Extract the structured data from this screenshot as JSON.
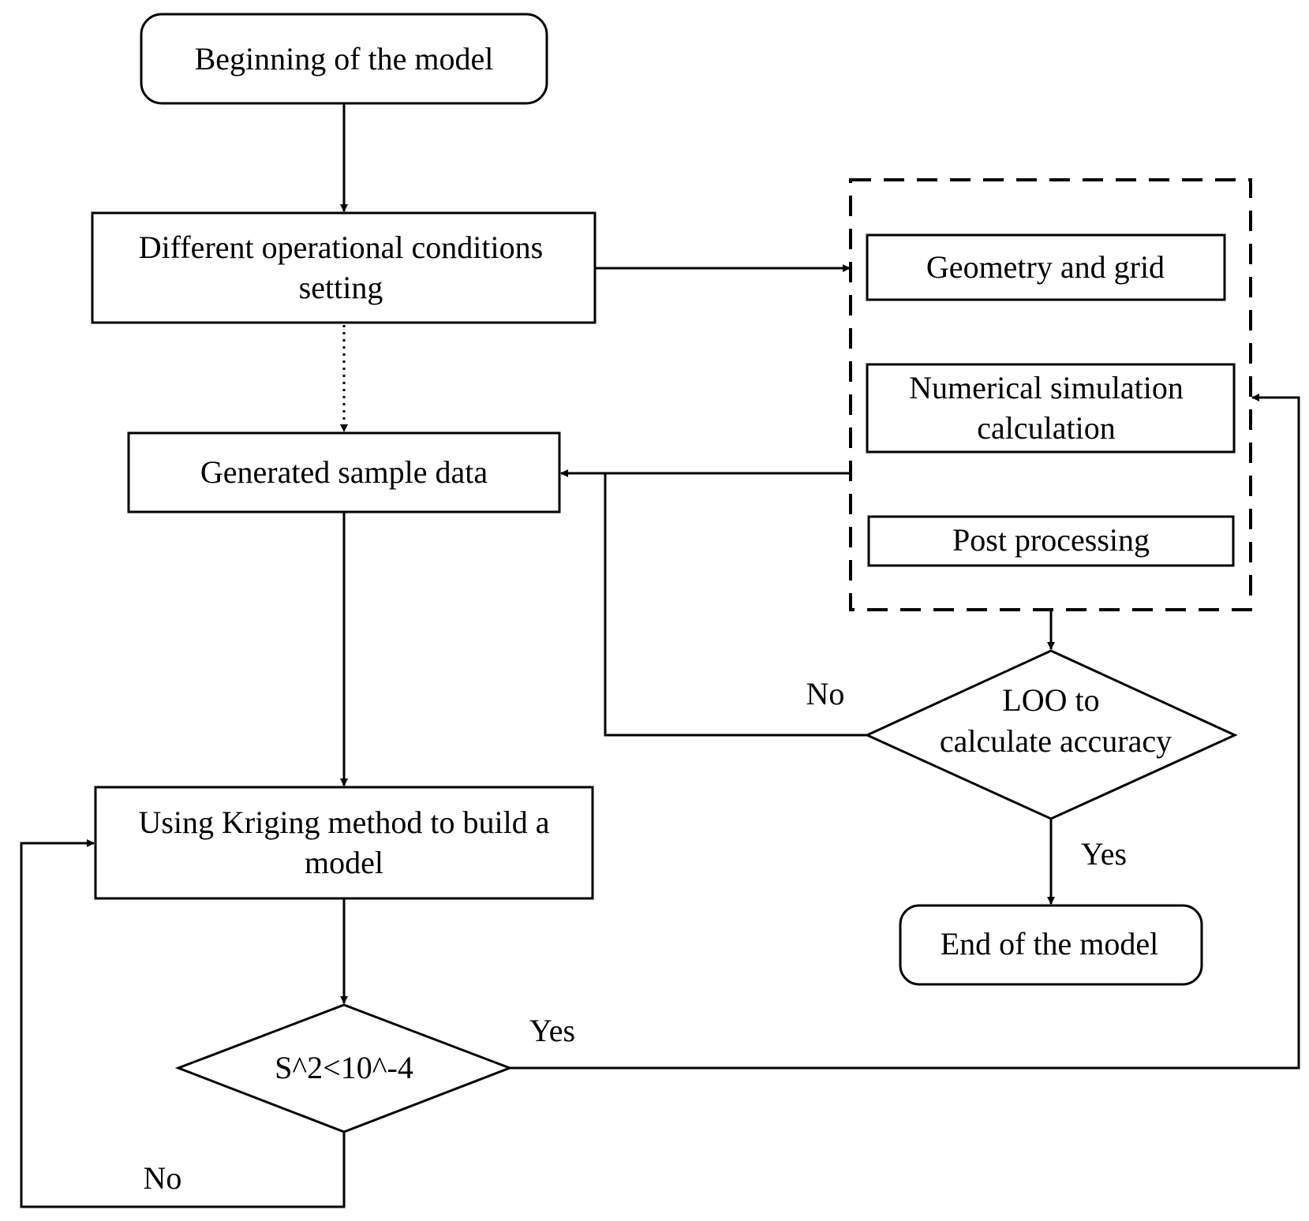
{
  "nodes": {
    "start": {
      "label": "Beginning of the model"
    },
    "conditions": {
      "line1": "Different operational conditions",
      "line2": "setting"
    },
    "samples": {
      "label": "Generated sample data"
    },
    "kriging": {
      "line1": "Using Kriging method to build a",
      "line2": "model"
    },
    "variance_check": {
      "label": "S^2<10^-4"
    },
    "geometry": {
      "label": "Geometry and grid"
    },
    "simulation": {
      "line1": "Numerical simulation",
      "line2": "calculation"
    },
    "post": {
      "label": "Post processing"
    },
    "loo": {
      "line1": "LOO to",
      "line2": "calculate accuracy"
    },
    "end": {
      "label": "End of the model"
    }
  },
  "edge_labels": {
    "variance_no": "No",
    "variance_yes": "Yes",
    "loo_no": "No",
    "loo_yes": "Yes"
  },
  "colors": {
    "stroke": "#000000",
    "background": "#ffffff"
  }
}
